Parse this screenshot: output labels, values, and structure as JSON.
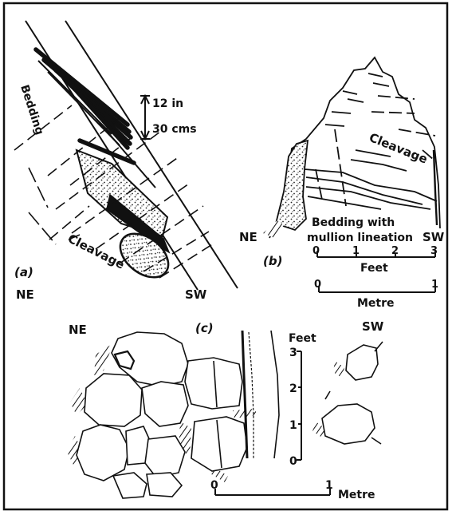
{
  "panel_a": {
    "label": "(a)",
    "bedding": "Bedding",
    "scale_in": "12 in",
    "scale_cm": "30 cms",
    "cleavage": "Cleavage",
    "ne": "NE",
    "sw": "SW"
  },
  "panel_b": {
    "label": "(b)",
    "cleavage": "Cleavage",
    "bedding_1": "Bedding with",
    "bedding_2": "mullion lineation",
    "ne": "NE",
    "sw": "SW",
    "feet_ticks": [
      "0",
      "1",
      "2",
      "3"
    ],
    "feet_unit": "Feet",
    "metre_ticks": [
      "0",
      "1"
    ],
    "metre_unit": "Metre"
  },
  "panel_c": {
    "label": "(c)",
    "ne": "NE",
    "sw": "SW",
    "feet_unit": "Feet",
    "feet_ticks": [
      "0",
      "1",
      "2",
      "3"
    ],
    "metre_ticks": [
      "0",
      "1"
    ],
    "metre_unit": "Metre"
  }
}
